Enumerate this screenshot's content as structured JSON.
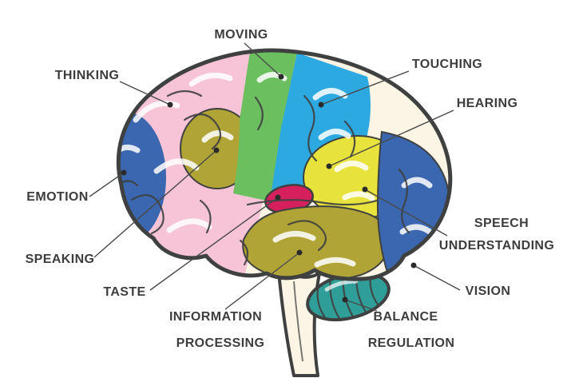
{
  "labels": {
    "thinking": "THINKING",
    "moving": "MOVING",
    "touching": "TOUCHING",
    "hearing": "HEARING",
    "emotion": "EMOTION",
    "speaking": "SPEAKING",
    "taste": "TASTE",
    "information_processing_line1": "INFORMATION",
    "information_processing_line2": "PROCESSING",
    "balance_regulation_line1": "BALANCE",
    "balance_regulation_line2": "REGULATION",
    "vision": "VISION",
    "speech_understanding_line1": "SPEECH",
    "speech_understanding_line2": "UNDERSTANDING"
  },
  "colors": {
    "background": "#ffffff",
    "outline": "#3f4040",
    "base": "#fcf4e4",
    "label_text": "#3d3d3d",
    "leader_line": "#4a4a4a",
    "thinking_pink": "#f6c3d7",
    "emotion_blue": "#3a67b0",
    "speaking_olive": "#b1a437",
    "moving_green": "#6cbf5f",
    "touching_blue": "#2da9e1",
    "hearing_yellow": "#e8e23c",
    "taste_red": "#d6205e",
    "information_olive": "#b1a437",
    "vision_blue": "#3a67b0",
    "balance_teal": "#2f9e98"
  },
  "regions": [
    {
      "function": "Thinking",
      "label": "THINKING",
      "color": "#f6c3d7"
    },
    {
      "function": "Moving",
      "label": "MOVING",
      "color": "#6cbf5f"
    },
    {
      "function": "Touching",
      "label": "TOUCHING",
      "color": "#2da9e1"
    },
    {
      "function": "Hearing",
      "label": "HEARING",
      "color": "#e8e23c"
    },
    {
      "function": "Emotion",
      "label": "EMOTION",
      "color": "#3a67b0"
    },
    {
      "function": "Speaking",
      "label": "SPEAKING",
      "color": "#b1a437"
    },
    {
      "function": "Taste",
      "label": "TASTE",
      "color": "#d6205e"
    },
    {
      "function": "Information processing",
      "label": "INFORMATION PROCESSING",
      "color": "#b1a437"
    },
    {
      "function": "Speech understanding",
      "label": "SPEECH UNDERSTANDING",
      "color": "#e8e23c"
    },
    {
      "function": "Vision",
      "label": "VISION",
      "color": "#3a67b0"
    },
    {
      "function": "Balance regulation",
      "label": "BALANCE REGULATION",
      "color": "#2f9e98"
    }
  ]
}
